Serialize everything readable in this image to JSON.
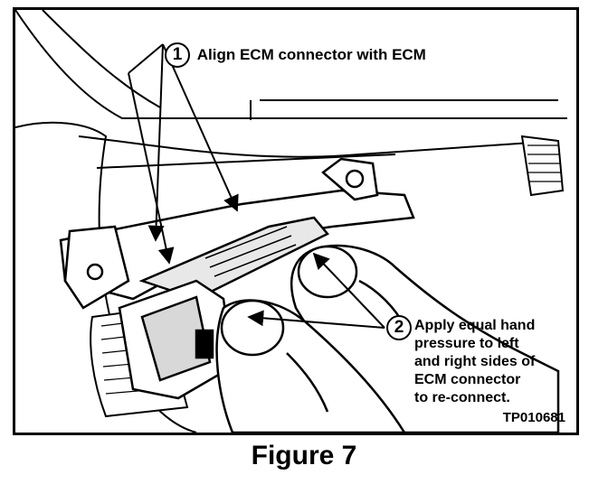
{
  "callouts": {
    "step1": {
      "number": "1",
      "text": "Align ECM connector with ECM"
    },
    "step2": {
      "number": "2",
      "lines": [
        "Apply equal hand",
        "pressure to left",
        "and right sides of",
        "ECM connector",
        "to re-connect."
      ]
    }
  },
  "reference_code": "TP010681",
  "caption": "Figure 7",
  "colors": {
    "ink": "#000000",
    "paper": "#ffffff"
  }
}
